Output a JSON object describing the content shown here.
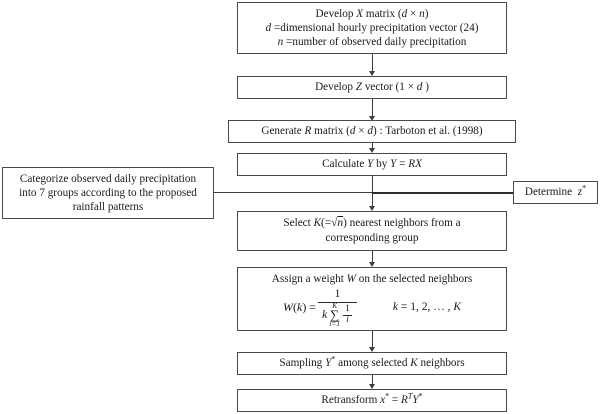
{
  "diagram": {
    "title": "K-nearest neighbor resampling flowchart",
    "type": "flowchart",
    "background_color": "#ffffff",
    "border_color": "#4a4a4a",
    "connector_color": "#3d3d3d"
  },
  "nodes": {
    "develop_x": {
      "id": "develop-x-matrix",
      "line1": "Develop X matrix (d × n)",
      "line2": "d =dimensional hourly precipitation vector (24)",
      "line3": "n =number of observed daily precipitation"
    },
    "develop_z": {
      "id": "develop-z-vector",
      "line1": "Develop Z vector (1 × d )"
    },
    "generate_r": {
      "id": "generate-r-matrix",
      "line1": "Generate R matrix (d × d) : Tarboton et al. (1998)"
    },
    "calculate_y": {
      "id": "calculate-y",
      "line1": "Calculate Y by Y = RX"
    },
    "categorize": {
      "id": "categorize-precipitation",
      "line1": "Categorize observed daily precipitation",
      "line2": "into 7 groups according to the proposed",
      "line3": "rainfall patterns"
    },
    "determine_z": {
      "id": "determine-z-star",
      "line1": "Determine z*"
    },
    "select_k": {
      "id": "select-k-neighbors",
      "line1": "Select K(=√n) nearest neighbors from a",
      "line2": "corresponding group"
    },
    "assign_weight": {
      "id": "assign-weight",
      "line1": "Assign a weight W on the selected neighbors",
      "formula_lhs": "W(k) =",
      "formula_numerator": "1",
      "formula_denominator_k": "k",
      "formula_sigma": "Σ",
      "formula_sigma_upper": "K",
      "formula_sigma_lower": "i=1",
      "formula_inner_numerator": "1",
      "formula_inner_denominator": "i",
      "formula_range": "k = 1, 2, … , K"
    },
    "sampling": {
      "id": "sampling-y-star",
      "line1": "Sampling Y* among selected K neighbors"
    },
    "retransform": {
      "id": "retransform-x-star",
      "line1": "Retransform x* = R",
      "line1_sup": "T",
      "line1_tail": "Y*"
    }
  },
  "connectors": [
    {
      "name": "develop-x-to-develop-z",
      "type": "arrow-down"
    },
    {
      "name": "develop-z-to-generate-r",
      "type": "arrow-down"
    },
    {
      "name": "generate-r-to-calculate-y",
      "type": "arrow-down"
    },
    {
      "name": "calculate-y-to-select-k",
      "type": "arrow-down"
    },
    {
      "name": "categorize-to-main-flow",
      "type": "line-right"
    },
    {
      "name": "determine-z-to-main-flow",
      "type": "line-left"
    },
    {
      "name": "select-k-to-assign-weight",
      "type": "arrow-down"
    },
    {
      "name": "assign-weight-to-sampling",
      "type": "arrow-down"
    },
    {
      "name": "sampling-to-retransform",
      "type": "arrow-down"
    }
  ]
}
